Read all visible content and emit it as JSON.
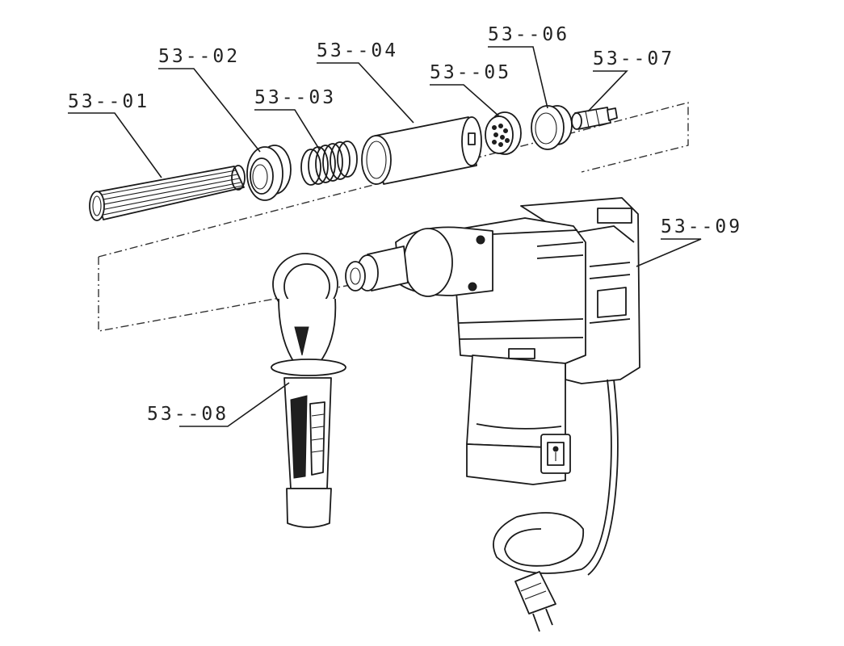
{
  "parts": [
    {
      "id": "p01",
      "label": "53--01"
    },
    {
      "id": "p02",
      "label": "53--02"
    },
    {
      "id": "p03",
      "label": "53--03"
    },
    {
      "id": "p04",
      "label": "53--04"
    },
    {
      "id": "p05",
      "label": "53--05"
    },
    {
      "id": "p06",
      "label": "53--06"
    },
    {
      "id": "p07",
      "label": "53--07"
    },
    {
      "id": "p08",
      "label": "53--08"
    },
    {
      "id": "p09",
      "label": "53--09"
    }
  ]
}
